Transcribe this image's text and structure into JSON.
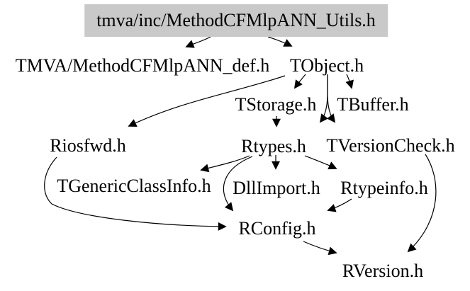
{
  "graph": {
    "type": "include-dependency-graph",
    "colors": {
      "background": "#ffffff",
      "root_node_bg": "#c9c9c9",
      "node_text": "#000000",
      "edge": "#000000"
    },
    "nodes": [
      {
        "id": "utils",
        "label": "tmva/inc/MethodCFMlpANN_Utils.h",
        "highlighted": true
      },
      {
        "id": "def",
        "label": "TMVA/MethodCFMlpANN_def.h",
        "highlighted": false
      },
      {
        "id": "tobject",
        "label": "TObject.h",
        "highlighted": false
      },
      {
        "id": "tstorage",
        "label": "TStorage.h",
        "highlighted": false
      },
      {
        "id": "tbuffer",
        "label": "TBuffer.h",
        "highlighted": false
      },
      {
        "id": "riosfwd",
        "label": "Riosfwd.h",
        "highlighted": false
      },
      {
        "id": "rtypes",
        "label": "Rtypes.h",
        "highlighted": false
      },
      {
        "id": "tversioncheck",
        "label": "TVersionCheck.h",
        "highlighted": false
      },
      {
        "id": "tgeneric",
        "label": "TGenericClassInfo.h",
        "highlighted": false
      },
      {
        "id": "dllimport",
        "label": "DllImport.h",
        "highlighted": false
      },
      {
        "id": "rtypeinfo",
        "label": "Rtypeinfo.h",
        "highlighted": false
      },
      {
        "id": "rconfig",
        "label": "RConfig.h",
        "highlighted": false
      },
      {
        "id": "rversion",
        "label": "RVersion.h",
        "highlighted": false
      }
    ],
    "edges": [
      {
        "from": "tmva/inc/MethodCFMlpANN_Utils.h",
        "to": "TMVA/MethodCFMlpANN_def.h"
      },
      {
        "from": "tmva/inc/MethodCFMlpANN_Utils.h",
        "to": "TObject.h"
      },
      {
        "from": "TObject.h",
        "to": "TStorage.h"
      },
      {
        "from": "TObject.h",
        "to": "TBuffer.h"
      },
      {
        "from": "TObject.h",
        "to": "Riosfwd.h"
      },
      {
        "from": "TObject.h",
        "to": "Rtypes.h"
      },
      {
        "from": "TObject.h",
        "to": "TVersionCheck.h"
      },
      {
        "from": "TStorage.h",
        "to": "Rtypes.h"
      },
      {
        "from": "Rtypes.h",
        "to": "TGenericClassInfo.h"
      },
      {
        "from": "Rtypes.h",
        "to": "DllImport.h"
      },
      {
        "from": "Rtypes.h",
        "to": "Rtypeinfo.h"
      },
      {
        "from": "Rtypes.h",
        "to": "RConfig.h"
      },
      {
        "from": "Rtypeinfo.h",
        "to": "RConfig.h"
      },
      {
        "from": "Riosfwd.h",
        "to": "RConfig.h"
      },
      {
        "from": "TVersionCheck.h",
        "to": "RVersion.h"
      },
      {
        "from": "RConfig.h",
        "to": "RVersion.h"
      }
    ]
  }
}
